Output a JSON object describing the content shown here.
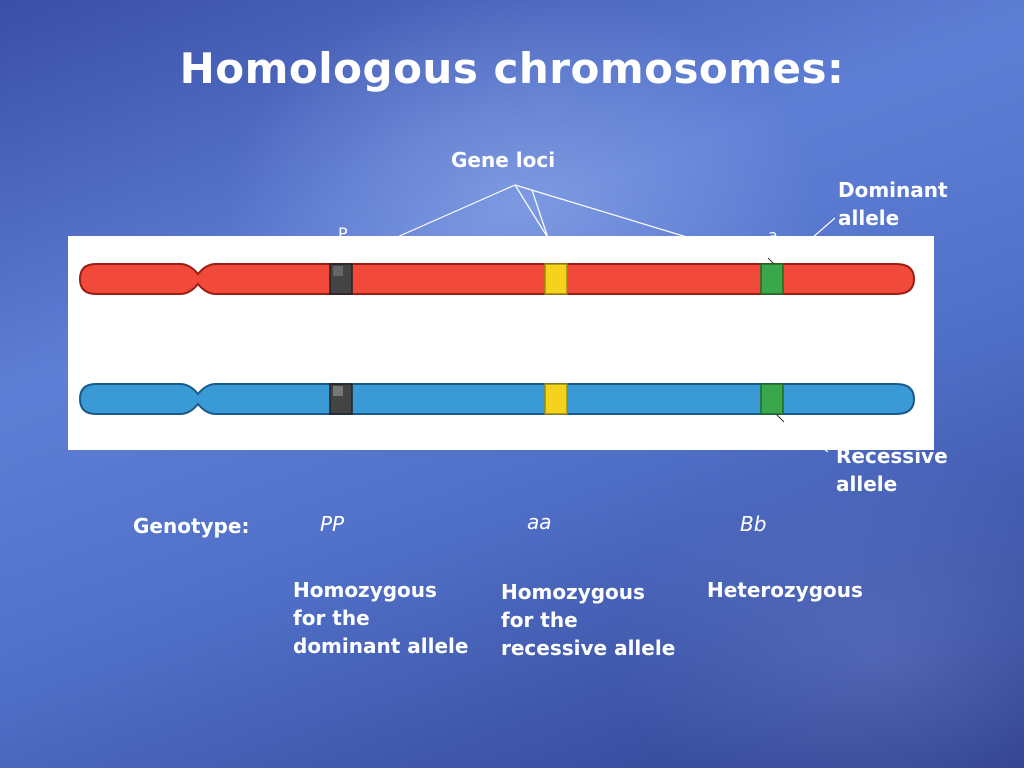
{
  "slide": {
    "title": "Homologous chromosomes:",
    "gene_loci_label": "Gene loci",
    "dominant_label_1": "Dominant",
    "dominant_label_2": "allele",
    "recessive_label_1": "Recessive",
    "recessive_label_2": "allele",
    "genotype_label": "Genotype:",
    "genotypes": [
      "PP",
      "aa",
      "Bb"
    ],
    "descriptions": [
      [
        "Homozygous",
        "for the",
        "dominant allele"
      ],
      [
        "Homozygous",
        "for the",
        "recessive allele"
      ],
      [
        "Heterozygous"
      ]
    ],
    "stray_letters": [
      "P",
      "a"
    ]
  },
  "colors": {
    "red_chromosome": "#f24a3a",
    "blue_chromosome": "#3a9ad6",
    "locus_p": "#444444",
    "locus_a": "#f5d21c",
    "locus_b": "#3aa84a"
  }
}
